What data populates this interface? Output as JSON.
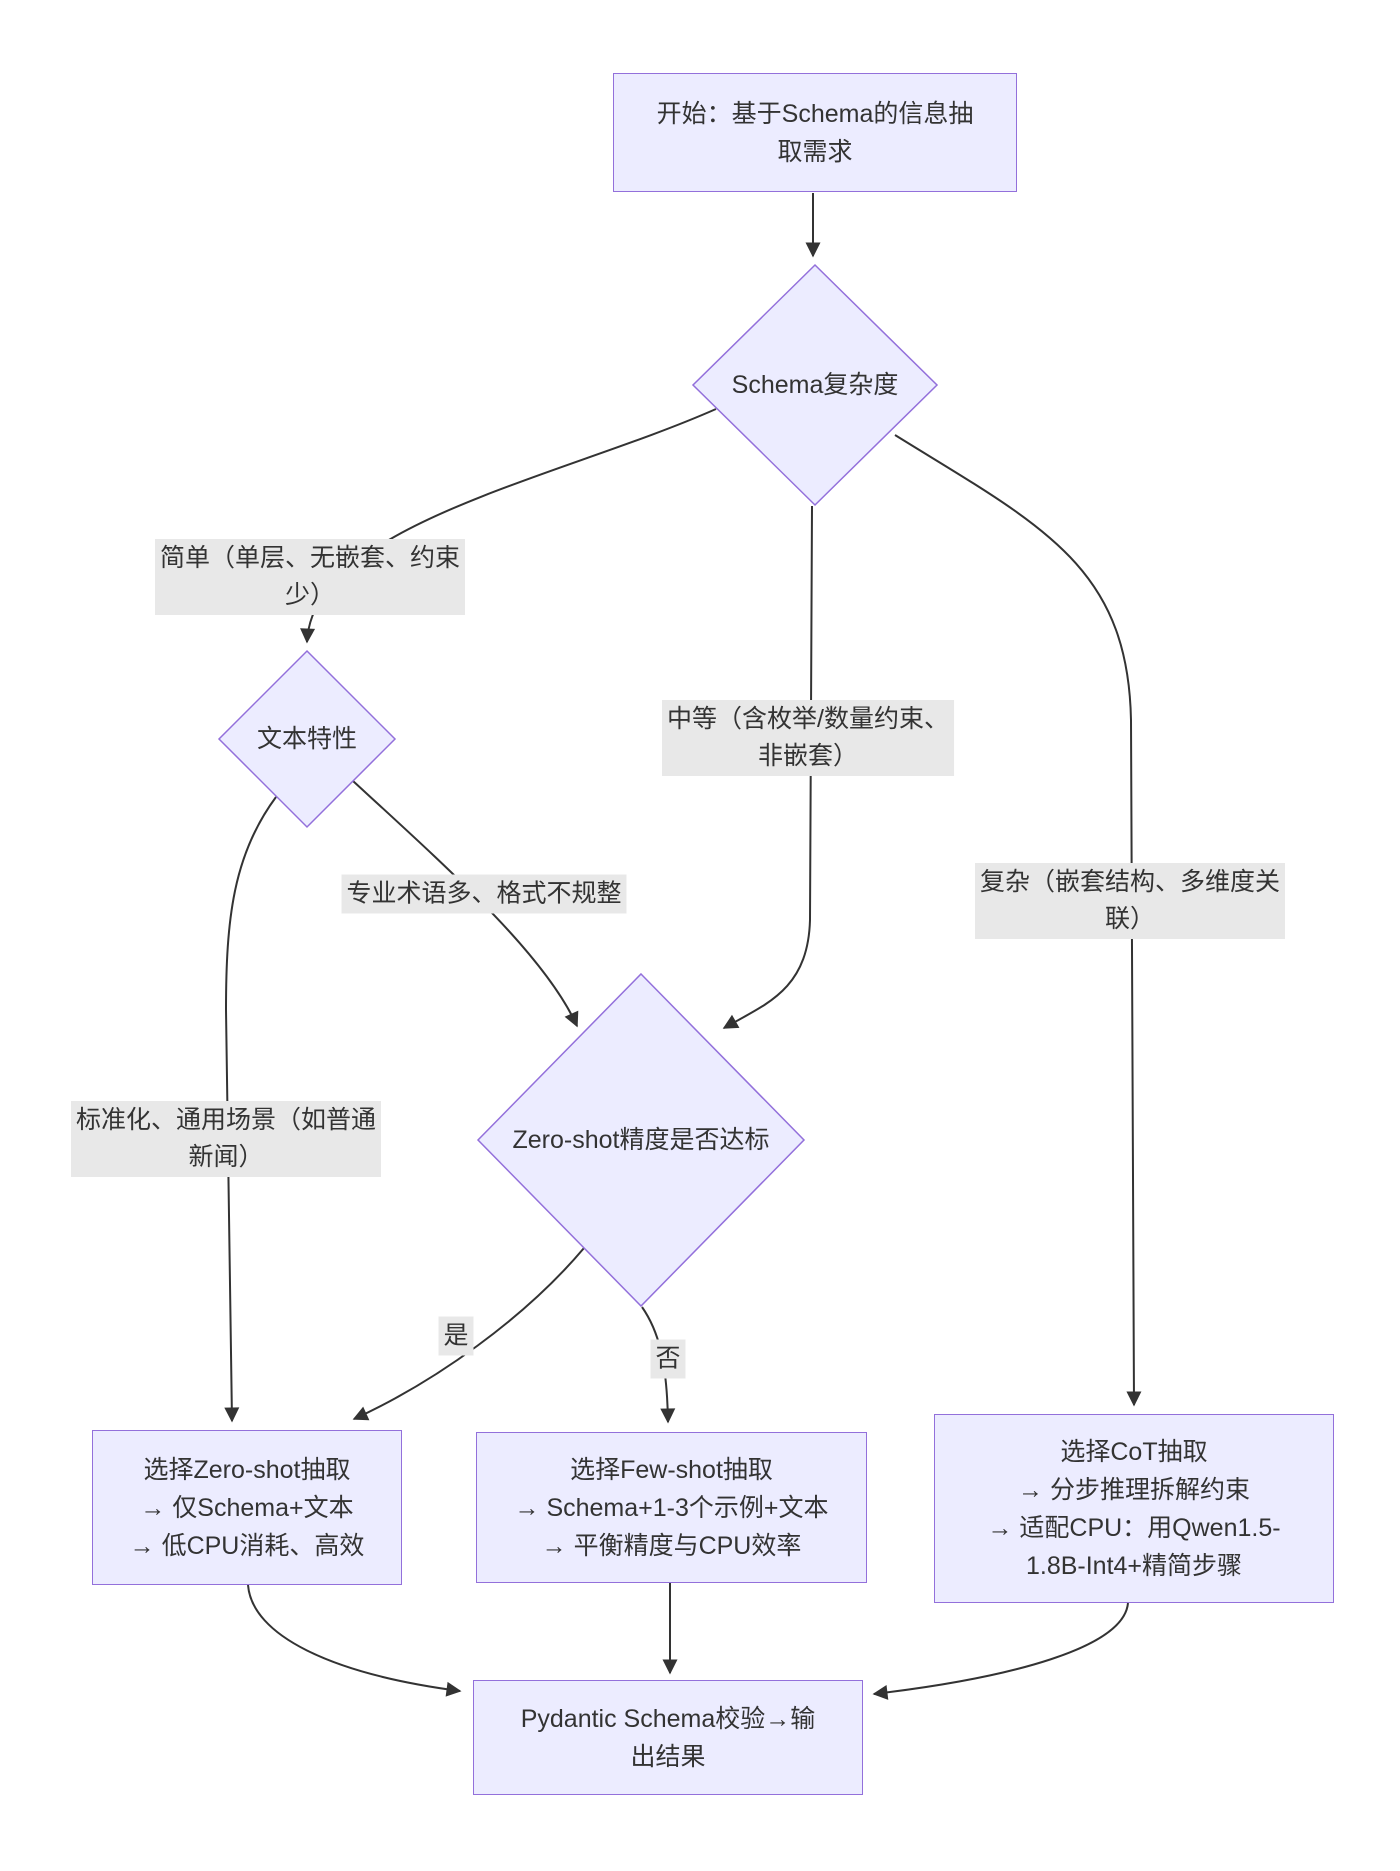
{
  "nodes": {
    "start": {
      "lines": [
        "开始：基于Schema的信息抽",
        "取需求"
      ]
    },
    "schema_complexity": {
      "label": "Schema复杂度"
    },
    "text_traits": {
      "label": "文本特性"
    },
    "zero_shot_check": {
      "label": "Zero-shot精度是否达标"
    },
    "zero_shot": {
      "lines": [
        "选择Zero-shot抽取",
        "→ 仅Schema+文本",
        "→ 低CPU消耗、高效"
      ]
    },
    "few_shot": {
      "lines": [
        "选择Few-shot抽取",
        "→ Schema+1-3个示例+文本",
        "→ 平衡精度与CPU效率"
      ]
    },
    "cot": {
      "lines": [
        "选择CoT抽取",
        "→ 分步推理拆解约束",
        "→ 适配CPU：用Qwen1.5-",
        "1.8B-Int4+精简步骤"
      ]
    },
    "output": {
      "lines": [
        "Pydantic Schema校验→输",
        "出结果"
      ]
    }
  },
  "edge_labels": {
    "simple": {
      "lines": [
        "简单（单层、无嵌套、约束",
        "少）"
      ]
    },
    "medium": {
      "lines": [
        "中等（含枚举/数量约束、",
        "非嵌套）"
      ]
    },
    "complex": {
      "lines": [
        "复杂（嵌套结构、多维度关",
        "联）"
      ]
    },
    "jargon": {
      "label": "专业术语多、格式不规整"
    },
    "standard": {
      "lines": [
        "标准化、通用场景（如普通",
        "新闻）"
      ]
    },
    "yes": {
      "label": "是"
    },
    "no": {
      "label": "否"
    }
  },
  "colors": {
    "node_fill": "#ECECFF",
    "node_border": "#9370DB",
    "edge_line": "#333333",
    "edge_label_bg": "#e8e8e8",
    "text": "#333333"
  }
}
